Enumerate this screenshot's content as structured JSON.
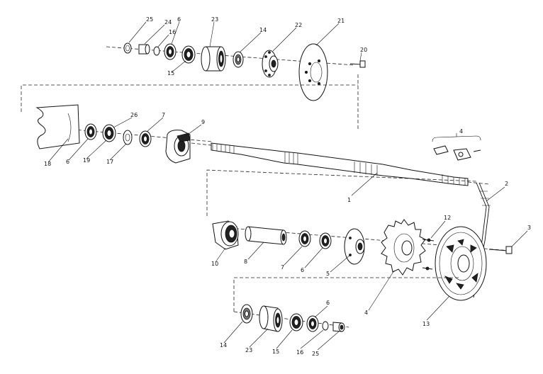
{
  "parts": {
    "p25_top": "25",
    "p24": "24",
    "p16_top": "16",
    "p6_top": "6",
    "p23_top": "23",
    "p14_top": "14",
    "p22": "22",
    "p21": "21",
    "p20": "20",
    "p15_top": "15",
    "p9": "9",
    "p7_mid": "7",
    "p26": "26",
    "p18": "18",
    "p6_mid": "6",
    "p19": "19",
    "p17": "17",
    "p4_top": "4",
    "p2": "2",
    "p1": "1",
    "p3": "3",
    "p12": "12",
    "p10": "10",
    "p8": "8",
    "p7_low": "7",
    "p6_low": "6",
    "p5": "5",
    "p4": "4",
    "p13": "13",
    "p6_bot": "6",
    "p14_bot": "14",
    "p23_bot": "23",
    "p15_bot": "15",
    "p16_bot": "16",
    "p25_bot": "25"
  }
}
